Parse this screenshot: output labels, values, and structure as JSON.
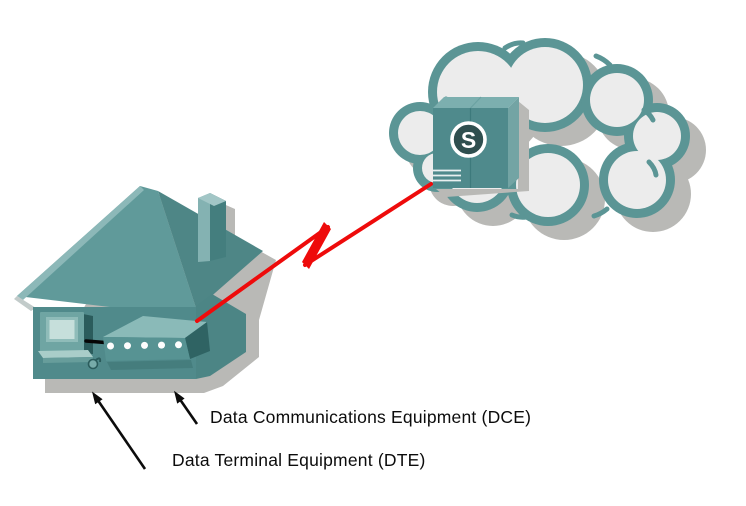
{
  "labels": {
    "dce": "Data Communications Equipment (DCE)",
    "dte": "Data Terminal Equipment (DTE)"
  },
  "cloud_switch": {
    "letter": "S"
  },
  "colors": {
    "teal": "#5b9595",
    "teal_roof": "#609a9a",
    "teal_wall": "#508a8b",
    "teal_dark": "#2f6363",
    "teal_light": "#8abab8",
    "cloud_fill": "#ececec",
    "shadow_gray": "#b9b9b6",
    "link_red": "#ee0b0b",
    "text_black": "#0c0c0c",
    "emblem_dark": "#2f4f4f",
    "led_white": "#fdfdfd"
  }
}
